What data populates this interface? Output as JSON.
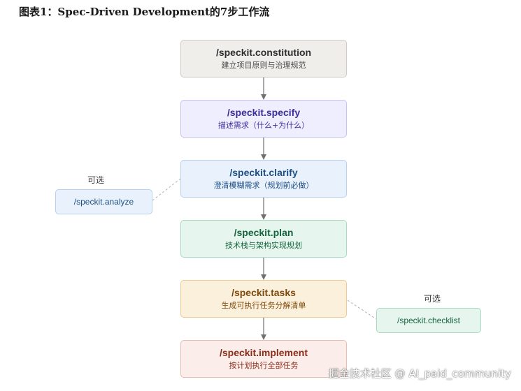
{
  "title": "图表1：Spec-Driven Development的7步工作流",
  "steps": [
    {
      "command": "/speckit.constitution",
      "description": "建立项目原则与治理规范"
    },
    {
      "command": "/speckit.specify",
      "description": "描述需求（什么+为什么）"
    },
    {
      "command": "/speckit.clarify",
      "description": "澄清模糊需求（规划前必做）"
    },
    {
      "command": "/speckit.plan",
      "description": "技术栈与架构实现规划"
    },
    {
      "command": "/speckit.tasks",
      "description": "生成可执行任务分解清单"
    },
    {
      "command": "/speckit.implement",
      "description": "按计划执行全部任务"
    }
  ],
  "optional": [
    {
      "label": "可选",
      "command": "/speckit.analyze",
      "attached_to": "/speckit.clarify"
    },
    {
      "label": "可选",
      "command": "/speckit.checklist",
      "attached_to": "/speckit.tasks"
    }
  ],
  "watermark": "掘金技术社区 @ AI_paid_community",
  "colors": {
    "arrow": "#707070",
    "dashed_connector": "#a8b4c4"
  }
}
